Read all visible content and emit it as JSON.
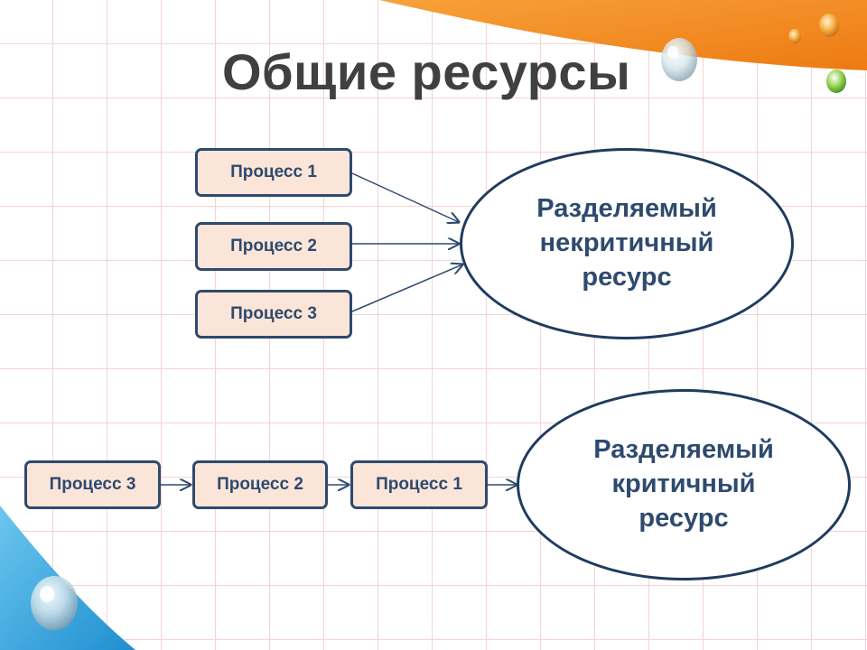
{
  "title": "Общие ресурсы",
  "top_group": {
    "processes": [
      "Процесс 1",
      "Процесс 2",
      "Процесс 3"
    ],
    "resource": [
      "Разделяемый",
      "некритичный",
      "ресурс"
    ]
  },
  "bottom_group": {
    "processes": [
      "Процесс 3",
      "Процесс 2",
      "Процесс 1"
    ],
    "resource": [
      "Разделяемый",
      "критичный",
      "ресурс"
    ]
  },
  "colors": {
    "box_fill": "#fbe5d9",
    "box_border": "#2e4a6e",
    "text": "#2e4a6e",
    "title": "#404040",
    "accent_orange": "#f08a1e",
    "accent_blue": "#3aa6e0",
    "grid": "#f3d3d6"
  }
}
